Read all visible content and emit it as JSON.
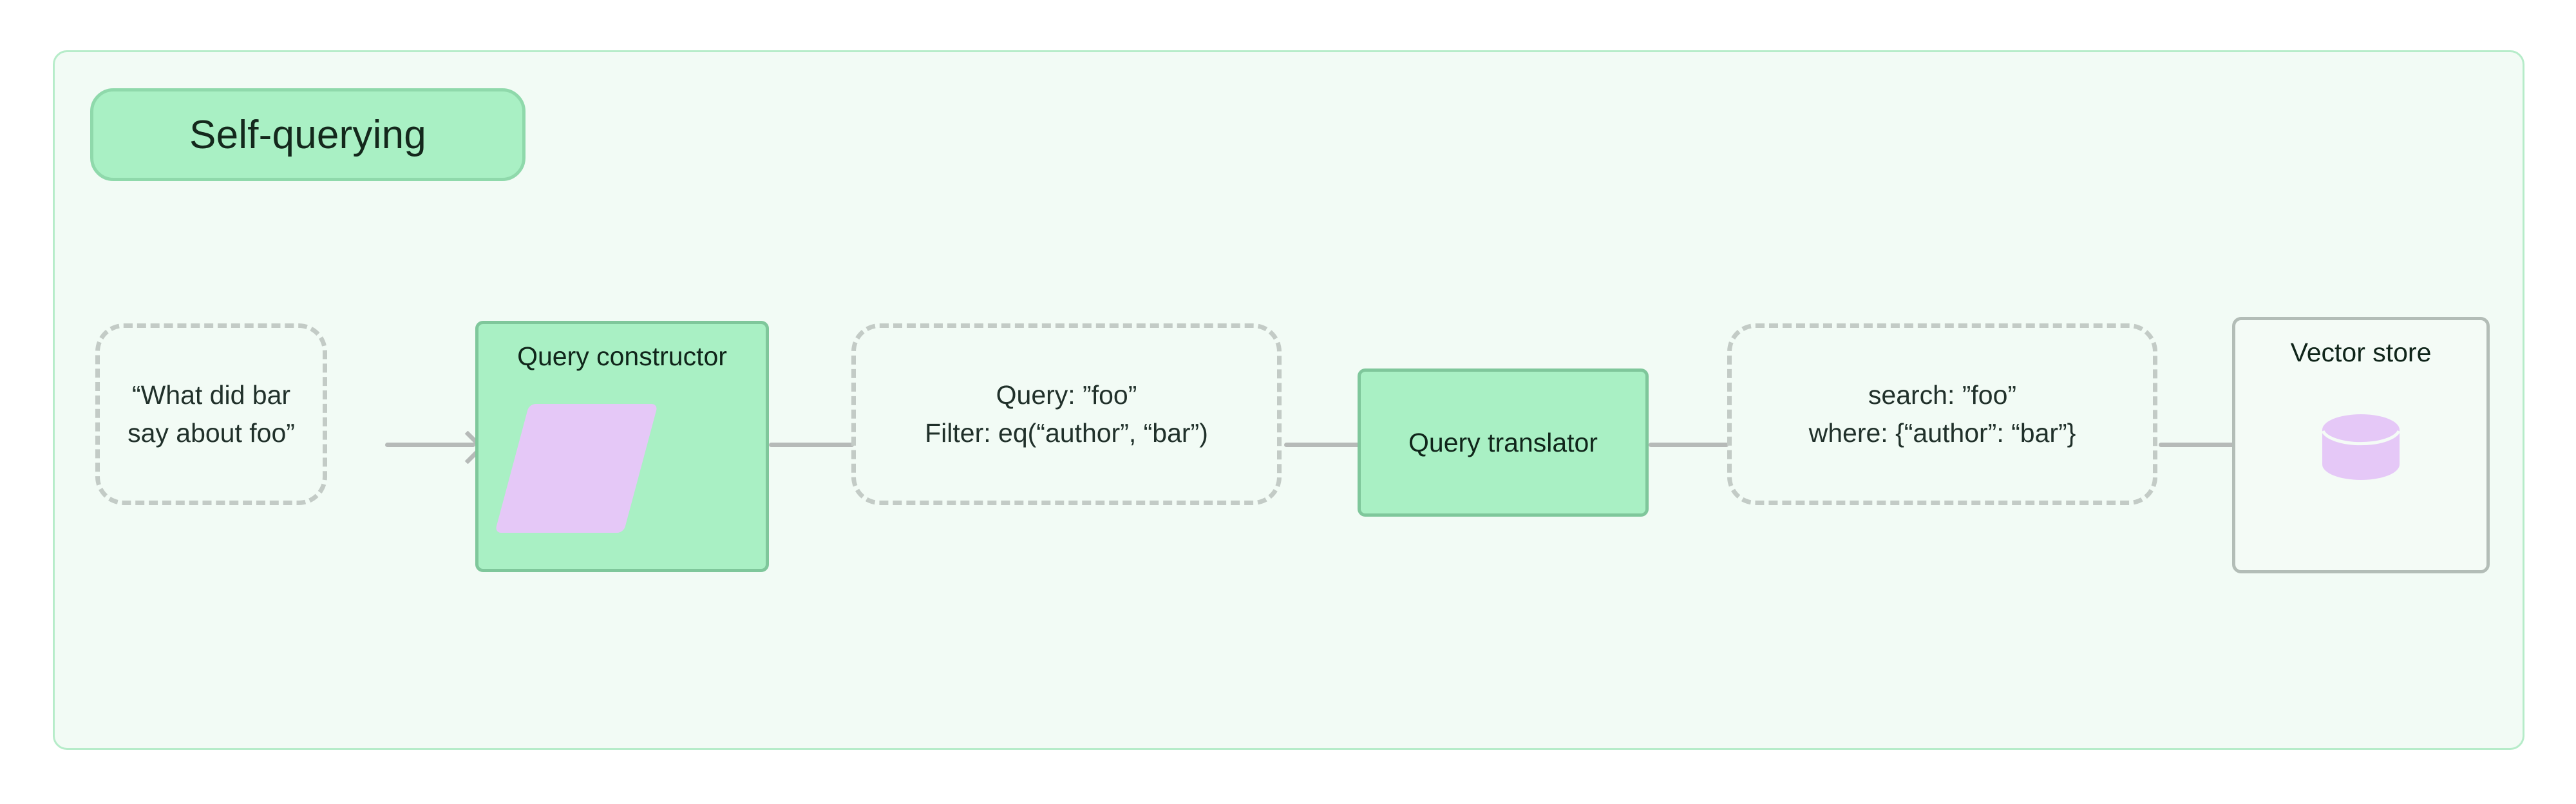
{
  "group": {
    "title": "Self-querying",
    "border_color": "#b6ecc9",
    "fill_color": "#f2fbf5",
    "title_fill": "#a9f0c4",
    "title_border": "#8fd9ab"
  },
  "nodes": [
    {
      "id": "user-question",
      "kind": "dashed",
      "line1": "“What did bar",
      "line2": "say about foo”"
    },
    {
      "id": "query-constructor",
      "kind": "process",
      "label": "Query constructor",
      "shape": "parallelogram",
      "shape_color": "#e5c8f7"
    },
    {
      "id": "structured-query",
      "kind": "dashed",
      "line1": "Query: ”foo”",
      "line2": "Filter: eq(“author”, “bar”)"
    },
    {
      "id": "query-translator",
      "kind": "process",
      "label": "Query translator"
    },
    {
      "id": "translated-query",
      "kind": "dashed",
      "line1": "search: ”foo”",
      "line2": "where: {“author”: “bar”}"
    },
    {
      "id": "vector-store",
      "kind": "store",
      "label": "Vector store",
      "shape": "database-cylinder",
      "shape_color": "#e5c8f7"
    }
  ],
  "connectors": [
    {
      "id": "c1",
      "from": "user-question",
      "to": "query-constructor",
      "arrow": true
    },
    {
      "id": "c2",
      "from": "query-constructor",
      "to": "structured-query",
      "arrow": false
    },
    {
      "id": "c3",
      "from": "structured-query",
      "to": "query-translator",
      "arrow": true
    },
    {
      "id": "c4",
      "from": "query-translator",
      "to": "translated-query",
      "arrow": false
    },
    {
      "id": "c5",
      "from": "translated-query",
      "to": "vector-store",
      "arrow": true
    }
  ],
  "colors": {
    "connector": "#b6bab8",
    "dashed_border": "#c3cbc6",
    "process_fill": "#a9f0c4",
    "process_border": "#7fc79b",
    "store_border": "#b3bdb7",
    "store_fill": "#f4fbf6",
    "accent_purple": "#e5c8f7",
    "text": "#10251a"
  }
}
